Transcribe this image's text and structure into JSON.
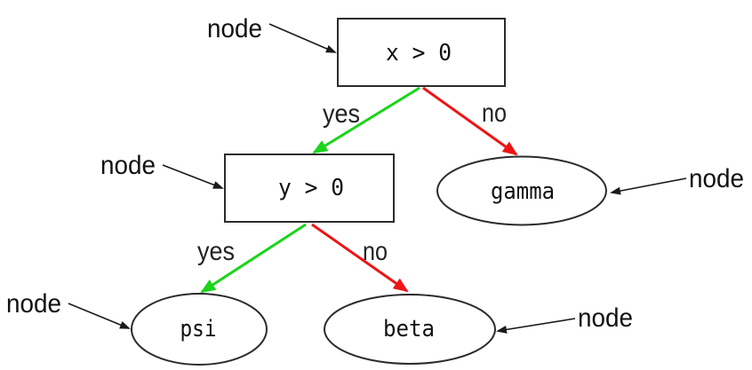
{
  "diagram": {
    "kind": "decision-tree",
    "annotations": {
      "label": "node"
    },
    "nodes": {
      "root": {
        "label": "x > 0",
        "shape": "rect"
      },
      "check_y": {
        "label": "y > 0",
        "shape": "rect"
      },
      "gamma": {
        "label": "gamma",
        "shape": "ellipse"
      },
      "psi": {
        "label": "psi",
        "shape": "ellipse"
      },
      "beta": {
        "label": "beta",
        "shape": "ellipse"
      }
    },
    "edges": {
      "yes_label": "yes",
      "no_label": "no"
    },
    "colors": {
      "yes_edge": "#1bd41b",
      "no_edge": "#ee1414",
      "outline": "#2b2b2b",
      "annotation": "#1a1a1a"
    }
  }
}
